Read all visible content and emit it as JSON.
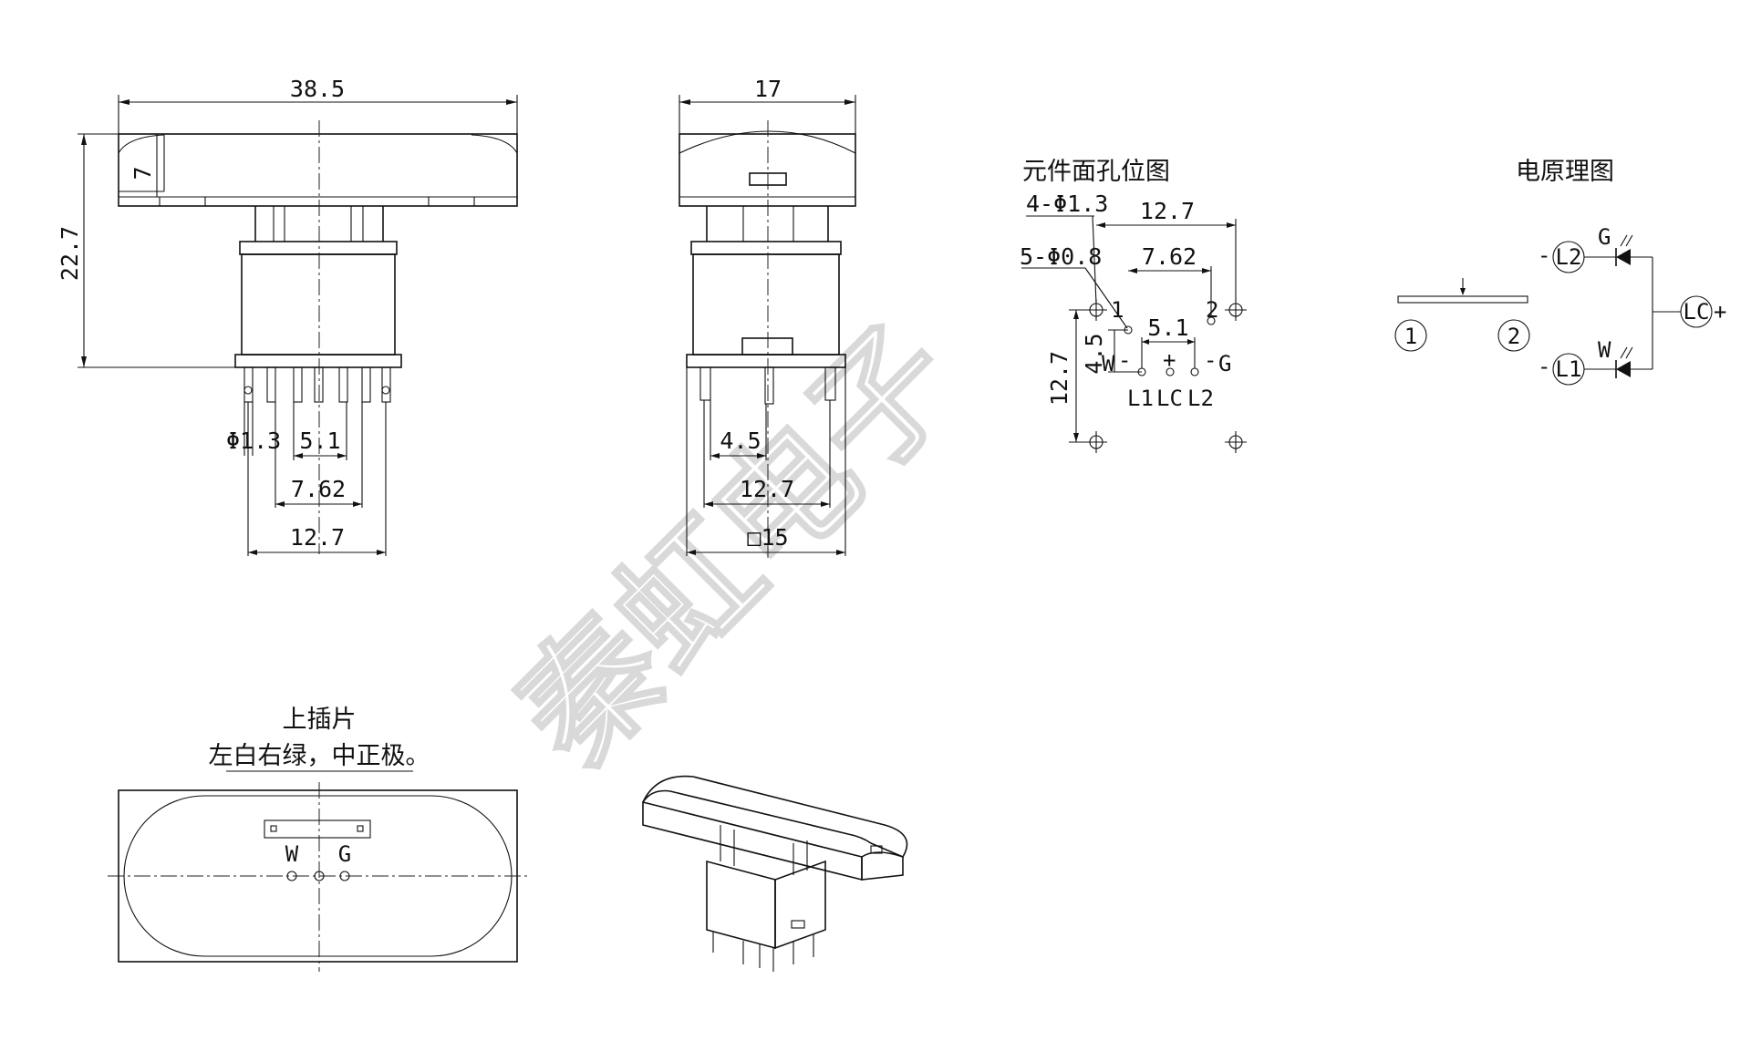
{
  "front_view": {
    "dim_width": "38.5",
    "dim_cap_height": "7",
    "dim_total_height": "22.7",
    "dim_pin_diameter": "Φ1.3",
    "dim_pitch_5_1": "5.1",
    "dim_pitch_7_62": "7.62",
    "dim_pitch_12_7": "12.7"
  },
  "side_view": {
    "dim_width": "17",
    "dim_pitch_4_5": "4.5",
    "dim_pitch_12_7": "12.7",
    "dim_body": "□15"
  },
  "hole_layout": {
    "title": "元件面孔位图",
    "dim_4_holes": "4-Φ1.3",
    "dim_5_holes": "5-Φ0.8",
    "dim_12_7_h": "12.7",
    "dim_7_62": "7.62",
    "dim_5_1": "5.1",
    "dim_4_5": "4.5",
    "dim_12_7_v": "12.7",
    "pin_1": "1",
    "pin_2": "2",
    "mark_w": "W",
    "mark_minus_left": "-",
    "mark_plus": "+",
    "mark_minus_right": "-",
    "mark_g": "G",
    "pin_l1": "L1",
    "pin_lc": "LC",
    "pin_l2": "L2"
  },
  "schematic": {
    "title": "电原理图",
    "contact_1": "1",
    "contact_2": "2",
    "l2": "L2",
    "l1": "L1",
    "lc": "LC",
    "minus_top": "-",
    "minus_bottom": "-",
    "plus": "+",
    "led_g": "G",
    "led_w": "W"
  },
  "top_view": {
    "title_line1": "上插片",
    "title_line2": "左白右绿，中正极。",
    "mark_w": "W",
    "mark_g": "G"
  },
  "watermark": {
    "text": "秦虹电子"
  }
}
